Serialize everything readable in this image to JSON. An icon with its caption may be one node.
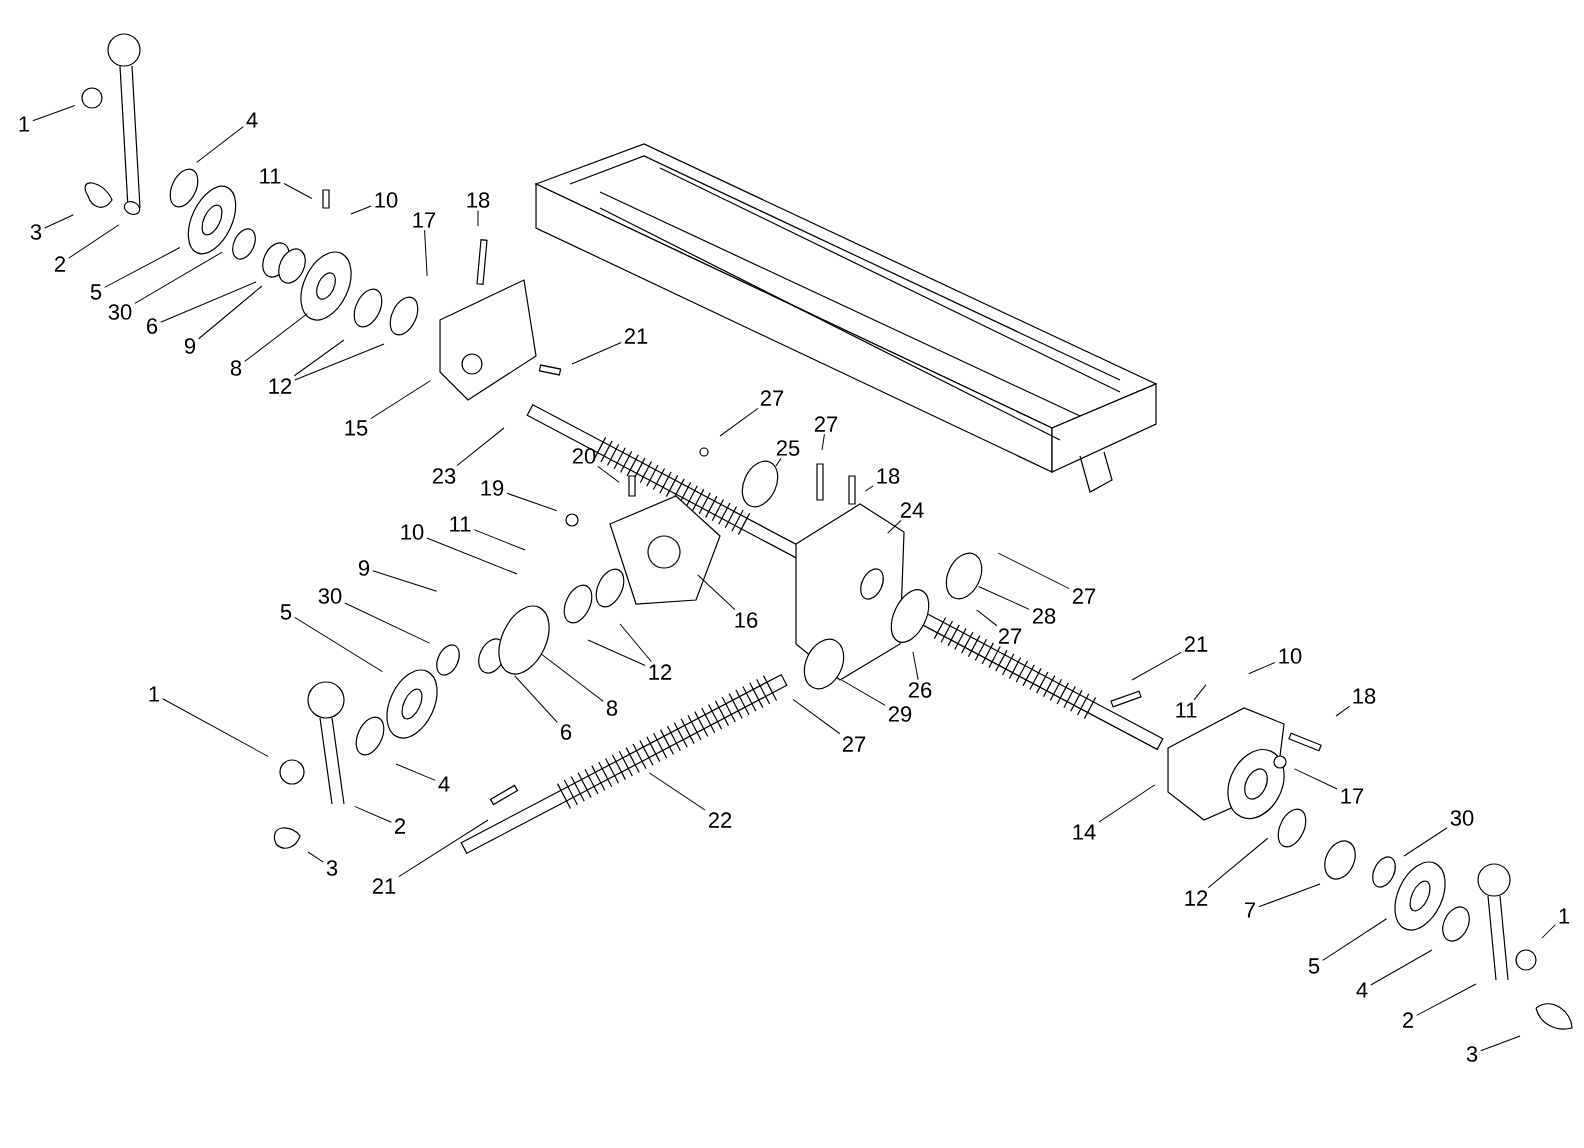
{
  "diagram": {
    "nodes": [
      {
        "text": [
          "1"
        ]
      },
      {
        "text": [
          "3"
        ]
      },
      {
        "text": [
          "2"
        ]
      },
      {
        "text": [
          "4"
        ]
      },
      {
        "text": [
          "5"
        ]
      },
      {
        "text": [
          "30"
        ]
      },
      {
        "text": [
          "6"
        ]
      },
      {
        "text": [
          "9"
        ]
      },
      {
        "text": [
          "8"
        ]
      },
      {
        "text": [
          "11"
        ]
      },
      {
        "text": [
          "10"
        ]
      },
      {
        "text": [
          "17"
        ]
      },
      {
        "text": [
          "18"
        ]
      },
      {
        "text": [
          "12"
        ]
      },
      {
        "text": [
          "15"
        ]
      },
      {
        "text": [
          "21"
        ]
      },
      {
        "text": [
          "23"
        ]
      },
      {
        "text": [
          "20"
        ]
      },
      {
        "text": [
          "19"
        ]
      },
      {
        "text": [
          "11"
        ]
      },
      {
        "text": [
          "10"
        ]
      },
      {
        "text": [
          "9"
        ]
      },
      {
        "text": [
          "30"
        ]
      },
      {
        "text": [
          "5"
        ]
      },
      {
        "text": [
          "27"
        ]
      },
      {
        "text": [
          "25"
        ]
      },
      {
        "text": [
          "27"
        ]
      },
      {
        "text": [
          "18"
        ]
      },
      {
        "text": [
          "24"
        ]
      },
      {
        "text": [
          "16"
        ]
      },
      {
        "text": [
          "12"
        ]
      },
      {
        "text": [
          "8"
        ]
      },
      {
        "text": [
          "6"
        ]
      },
      {
        "text": [
          "1"
        ]
      },
      {
        "text": [
          "4"
        ]
      },
      {
        "text": [
          "2"
        ]
      },
      {
        "text": [
          "3"
        ]
      },
      {
        "text": [
          "21"
        ]
      },
      {
        "text": [
          "22"
        ]
      },
      {
        "text": [
          "28"
        ]
      },
      {
        "text": [
          "27"
        ]
      },
      {
        "text": [
          "27"
        ]
      },
      {
        "text": [
          "26"
        ]
      },
      {
        "text": [
          "29"
        ]
      },
      {
        "text": [
          "27"
        ]
      },
      {
        "text": [
          "21"
        ]
      },
      {
        "text": [
          "10"
        ]
      },
      {
        "text": [
          "11"
        ]
      },
      {
        "text": [
          "18"
        ]
      },
      {
        "text": [
          "17"
        ]
      },
      {
        "text": [
          "14"
        ]
      },
      {
        "text": [
          "12"
        ]
      },
      {
        "text": [
          "30"
        ]
      },
      {
        "text": [
          "7"
        ]
      },
      {
        "text": [
          "5"
        ]
      },
      {
        "text": [
          "4"
        ]
      },
      {
        "text": [
          "2"
        ]
      },
      {
        "text": [
          "3"
        ]
      },
      {
        "text": [
          "1"
        ]
      }
    ],
    "edges": [
      {
        "from": 0,
        "to": null,
        "arrow": "none"
      },
      {
        "from": 1,
        "to": null,
        "arrow": "none"
      },
      {
        "from": 2,
        "to": null,
        "arrow": "none"
      },
      {
        "from": 3,
        "to": null,
        "arrow": "none"
      },
      {
        "from": 4,
        "to": null,
        "arrow": "none"
      },
      {
        "from": 5,
        "to": null,
        "arrow": "none"
      },
      {
        "from": 6,
        "to": null,
        "arrow": "none"
      },
      {
        "from": 7,
        "to": null,
        "arrow": "none"
      },
      {
        "from": 8,
        "to": null,
        "arrow": "none"
      },
      {
        "from": 9,
        "to": null,
        "arrow": "none"
      },
      {
        "from": 10,
        "to": null,
        "arrow": "none"
      },
      {
        "from": 11,
        "to": null,
        "arrow": "none"
      },
      {
        "from": 12,
        "to": null,
        "arrow": "none"
      },
      {
        "from": 13,
        "to": null,
        "arrow": "none"
      },
      {
        "from": 13,
        "to": null,
        "arrow": "none"
      },
      {
        "from": 14,
        "to": null,
        "arrow": "none"
      },
      {
        "from": 15,
        "to": null,
        "arrow": "none"
      },
      {
        "from": 16,
        "to": null,
        "arrow": "none"
      },
      {
        "from": 17,
        "to": null,
        "arrow": "none"
      },
      {
        "from": 18,
        "to": null,
        "arrow": "none"
      },
      {
        "from": 19,
        "to": null,
        "arrow": "none"
      },
      {
        "from": 20,
        "to": null,
        "arrow": "none"
      },
      {
        "from": 21,
        "to": null,
        "arrow": "none"
      },
      {
        "from": 22,
        "to": null,
        "arrow": "none"
      },
      {
        "from": 23,
        "to": null,
        "arrow": "none"
      },
      {
        "from": 24,
        "to": null,
        "arrow": "none"
      },
      {
        "from": 25,
        "to": null,
        "arrow": "none"
      },
      {
        "from": 26,
        "to": null,
        "arrow": "none"
      },
      {
        "from": 27,
        "to": null,
        "arrow": "none"
      },
      {
        "from": 28,
        "to": null,
        "arrow": "none"
      },
      {
        "from": 29,
        "to": null,
        "arrow": "none"
      },
      {
        "from": 30,
        "to": null,
        "arrow": "none"
      },
      {
        "from": 30,
        "to": null,
        "arrow": "none"
      },
      {
        "from": 31,
        "to": null,
        "arrow": "none"
      },
      {
        "from": 32,
        "to": null,
        "arrow": "none"
      },
      {
        "from": 33,
        "to": null,
        "arrow": "none"
      },
      {
        "from": 34,
        "to": null,
        "arrow": "none"
      },
      {
        "from": 35,
        "to": null,
        "arrow": "none"
      },
      {
        "from": 36,
        "to": null,
        "arrow": "none"
      },
      {
        "from": 37,
        "to": null,
        "arrow": "none"
      },
      {
        "from": 38,
        "to": null,
        "arrow": "none"
      },
      {
        "from": 39,
        "to": null,
        "arrow": "none"
      },
      {
        "from": 40,
        "to": null,
        "arrow": "none"
      },
      {
        "from": 41,
        "to": null,
        "arrow": "none"
      },
      {
        "from": 42,
        "to": null,
        "arrow": "none"
      },
      {
        "from": 43,
        "to": null,
        "arrow": "none"
      },
      {
        "from": 44,
        "to": null,
        "arrow": "none"
      },
      {
        "from": 45,
        "to": null,
        "arrow": "none"
      },
      {
        "from": 46,
        "to": null,
        "arrow": "none"
      },
      {
        "from": 47,
        "to": null,
        "arrow": "none"
      },
      {
        "from": 48,
        "to": null,
        "arrow": "none"
      },
      {
        "from": 49,
        "to": null,
        "arrow": "none"
      },
      {
        "from": 50,
        "to": null,
        "arrow": "none"
      },
      {
        "from": 51,
        "to": null,
        "arrow": "none"
      },
      {
        "from": 52,
        "to": null,
        "arrow": "none"
      },
      {
        "from": 53,
        "to": null,
        "arrow": "none"
      },
      {
        "from": 54,
        "to": null,
        "arrow": "none"
      },
      {
        "from": 55,
        "to": null,
        "arrow": "none"
      },
      {
        "from": 56,
        "to": null,
        "arrow": "none"
      },
      {
        "from": 57,
        "to": null,
        "arrow": "none"
      },
      {
        "from": 58,
        "to": null,
        "arrow": "none"
      }
    ]
  }
}
